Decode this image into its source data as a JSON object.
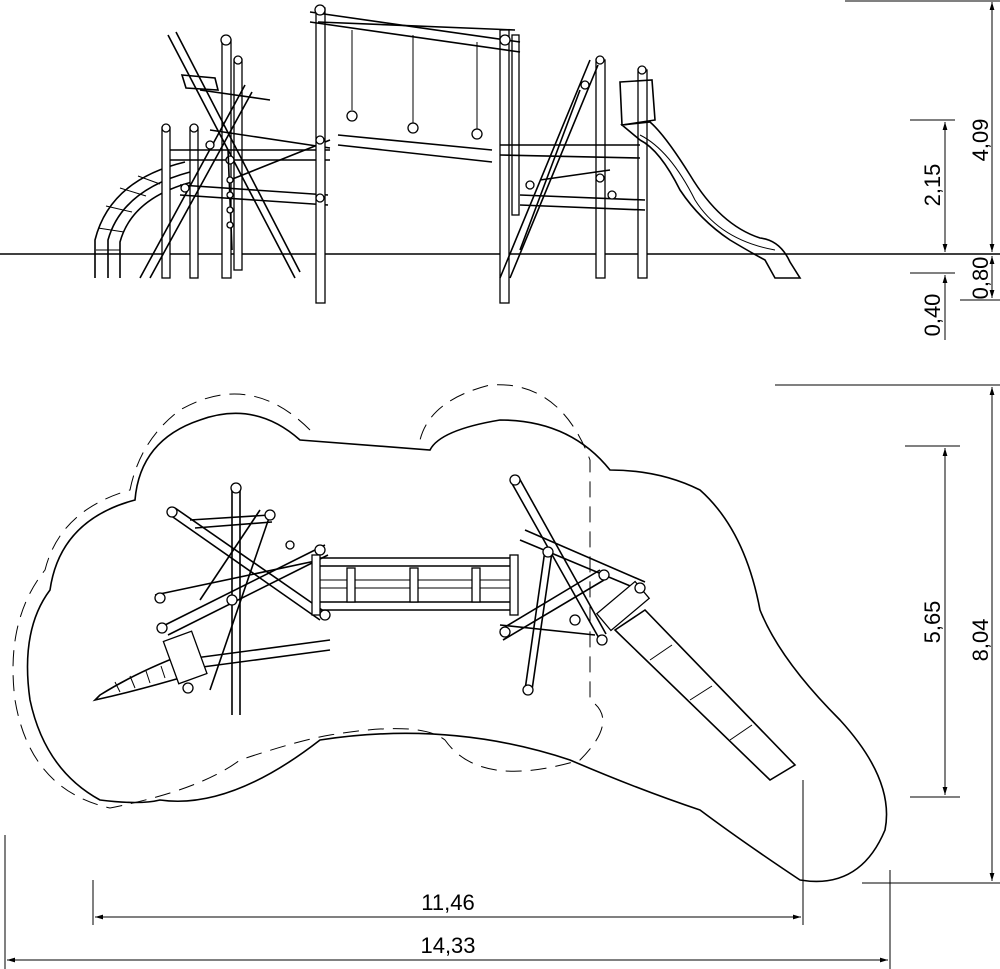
{
  "elevation_view": {
    "dimensions": {
      "total_height": "4,09",
      "platform_height": "2,15",
      "foundation_depth": "0,80",
      "min_depth": "0,40"
    }
  },
  "plan_view": {
    "dimensions": {
      "safety_zone_depth": "8,04",
      "equipment_depth": "5,65",
      "equipment_length": "11,46",
      "safety_zone_length": "14,33"
    }
  }
}
